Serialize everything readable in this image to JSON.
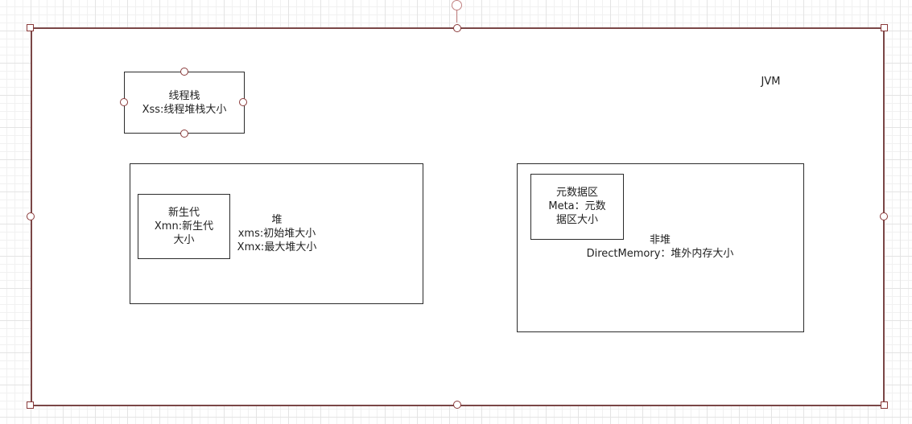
{
  "diagram": {
    "jvm_label": "JVM",
    "thread_stack": {
      "title": "线程栈",
      "detail": "Xss:线程堆栈大小"
    },
    "heap": {
      "title": "堆",
      "line1": "xms:初始堆大小",
      "line2": "Xmx:最大堆大小"
    },
    "young_gen": {
      "title": "新生代",
      "line1": "Xmn:新生代",
      "line2": "大小"
    },
    "non_heap": {
      "title": "非堆",
      "detail": "DirectMemory：堆外内存大小"
    },
    "metaspace": {
      "title": "元数据区",
      "line1": "Meta：元数",
      "line2": "据区大小"
    }
  },
  "colors": {
    "selection": "#8a3a3a",
    "box_border": "#2b2b2b",
    "grid": "#e4e4e4"
  }
}
